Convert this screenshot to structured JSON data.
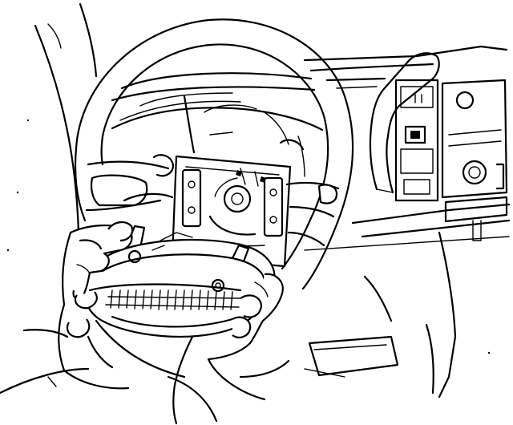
{
  "figure": {
    "background": "#ffffff",
    "ink": "#000000",
    "components": [
      "steering-wheel",
      "airbag-module",
      "hands",
      "dashboard",
      "gear-lever",
      "control-panel",
      "windshield-pillar"
    ]
  }
}
